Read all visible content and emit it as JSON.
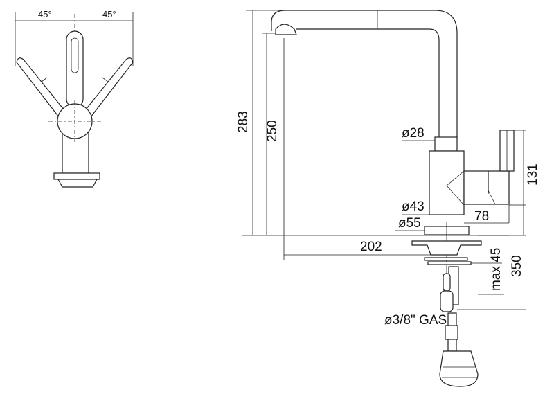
{
  "side_view": {
    "angle_left": "45°",
    "angle_right": "45°"
  },
  "front_view": {
    "height_total": "283",
    "height_spout": "250",
    "diameter_spout": "ø28",
    "diameter_body": "ø43",
    "handle_depth": "78",
    "handle_height": "131",
    "diameter_base": "ø55",
    "reach": "202",
    "max_counter": "max 45",
    "hose_length": "350",
    "connection": "ø3/8\" GAS"
  }
}
